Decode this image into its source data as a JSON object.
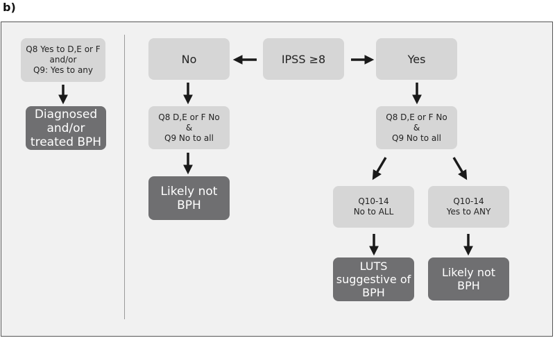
{
  "panel_label": "b)",
  "nodes": {
    "left_condition": "Q8 Yes to D,E or F\nand/or\nQ9: Yes to any",
    "left_result": "Diagnosed\nand/or\ntreated BPH",
    "ipss": "IPSS ≥8",
    "no": "No",
    "yes": "Yes",
    "no_branch_q8q9": "Q8 D,E or F No\n&\nQ9 No to all",
    "no_branch_result": "Likely not\nBPH",
    "yes_branch_q8q9": "Q8 D,E or F No\n&\nQ9 No to all",
    "q10_14_no": "Q10-14\nNo to ALL",
    "q10_14_yes": "Q10-14\nYes to ANY",
    "luts_result": "LUTS\nsuggestive of\nBPH",
    "yes_any_result": "Likely not\nBPH"
  }
}
